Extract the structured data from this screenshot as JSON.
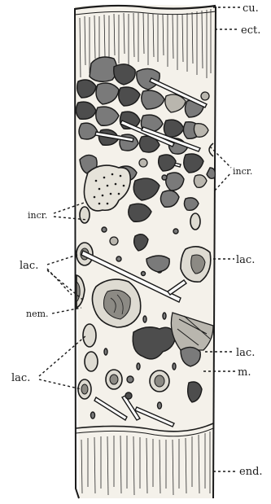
{
  "figure": {
    "labels": {
      "cu": "cu.",
      "ect": "ect.",
      "incr_right": "incr.",
      "incr_left": "incr.",
      "lac_left_upper": "lac.",
      "lac_right_upper": "lac.",
      "nem": "nem.",
      "lac_right_lower": "lac.",
      "lac_left_lower": "lac.",
      "m": "m.",
      "end": "end."
    }
  }
}
